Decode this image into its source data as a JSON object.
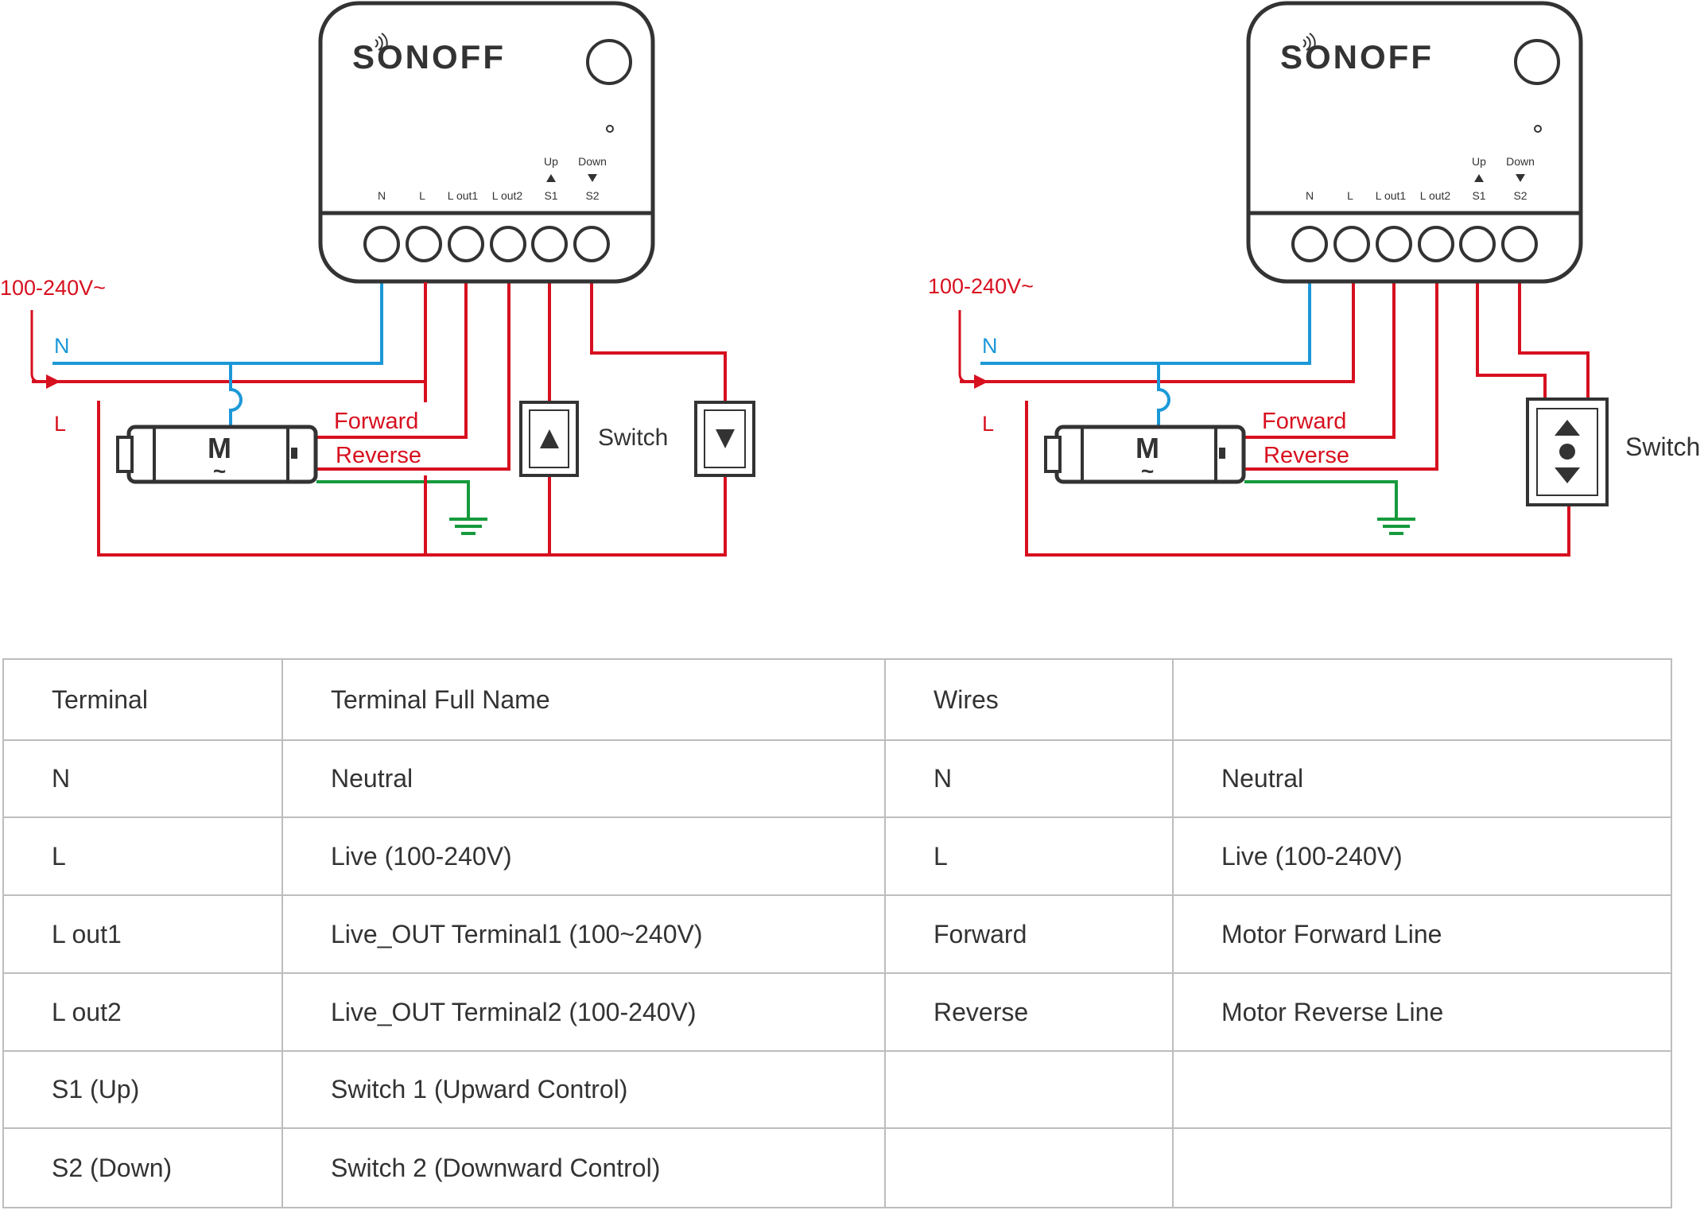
{
  "diagrams": [
    {
      "brand": "SONOFF",
      "terminals": [
        "N",
        "L",
        "L out1",
        "L out2",
        "S1",
        "S2"
      ],
      "switch_labels": [
        "Up",
        "Down"
      ],
      "supply_label": "100-240V~",
      "neutral_label": "N",
      "live_label": "L",
      "motor_symbol": "M",
      "motor_sub": "~",
      "forward_label": "Forward",
      "reverse_label": "Reverse",
      "switch_label": "Switch",
      "switch_type": "two separate switches (up / down)"
    },
    {
      "brand": "SONOFF",
      "terminals": [
        "N",
        "L",
        "L out1",
        "L out2",
        "S1",
        "S2"
      ],
      "switch_labels": [
        "Up",
        "Down"
      ],
      "supply_label": "100-240V~",
      "neutral_label": "N",
      "live_label": "L",
      "motor_symbol": "M",
      "motor_sub": "~",
      "forward_label": "Forward",
      "reverse_label": "Reverse",
      "switch_label": "Switch",
      "switch_type": "single up/stop/down switch"
    }
  ],
  "colors": {
    "live": "#d7101f",
    "neutral": "#1b98d8",
    "ground": "#169a3c",
    "device": "#333333"
  },
  "table": {
    "header": [
      "Terminal",
      "Terminal Full Name",
      "Wires",
      ""
    ],
    "rows": [
      [
        "N",
        "Neutral",
        "N",
        "Neutral"
      ],
      [
        "L",
        "Live (100-240V)",
        "L",
        "Live (100-240V)"
      ],
      [
        "L out1",
        "Live_OUT Terminal1 (100~240V)",
        "Forward",
        "Motor Forward Line"
      ],
      [
        "L out2",
        "Live_OUT Terminal2 (100-240V)",
        "Reverse",
        "Motor Reverse Line"
      ],
      [
        "S1 (Up)",
        "Switch 1 (Upward Control)",
        "",
        ""
      ],
      [
        "S2 (Down)",
        "Switch 2 (Downward Control)",
        "",
        ""
      ]
    ]
  }
}
